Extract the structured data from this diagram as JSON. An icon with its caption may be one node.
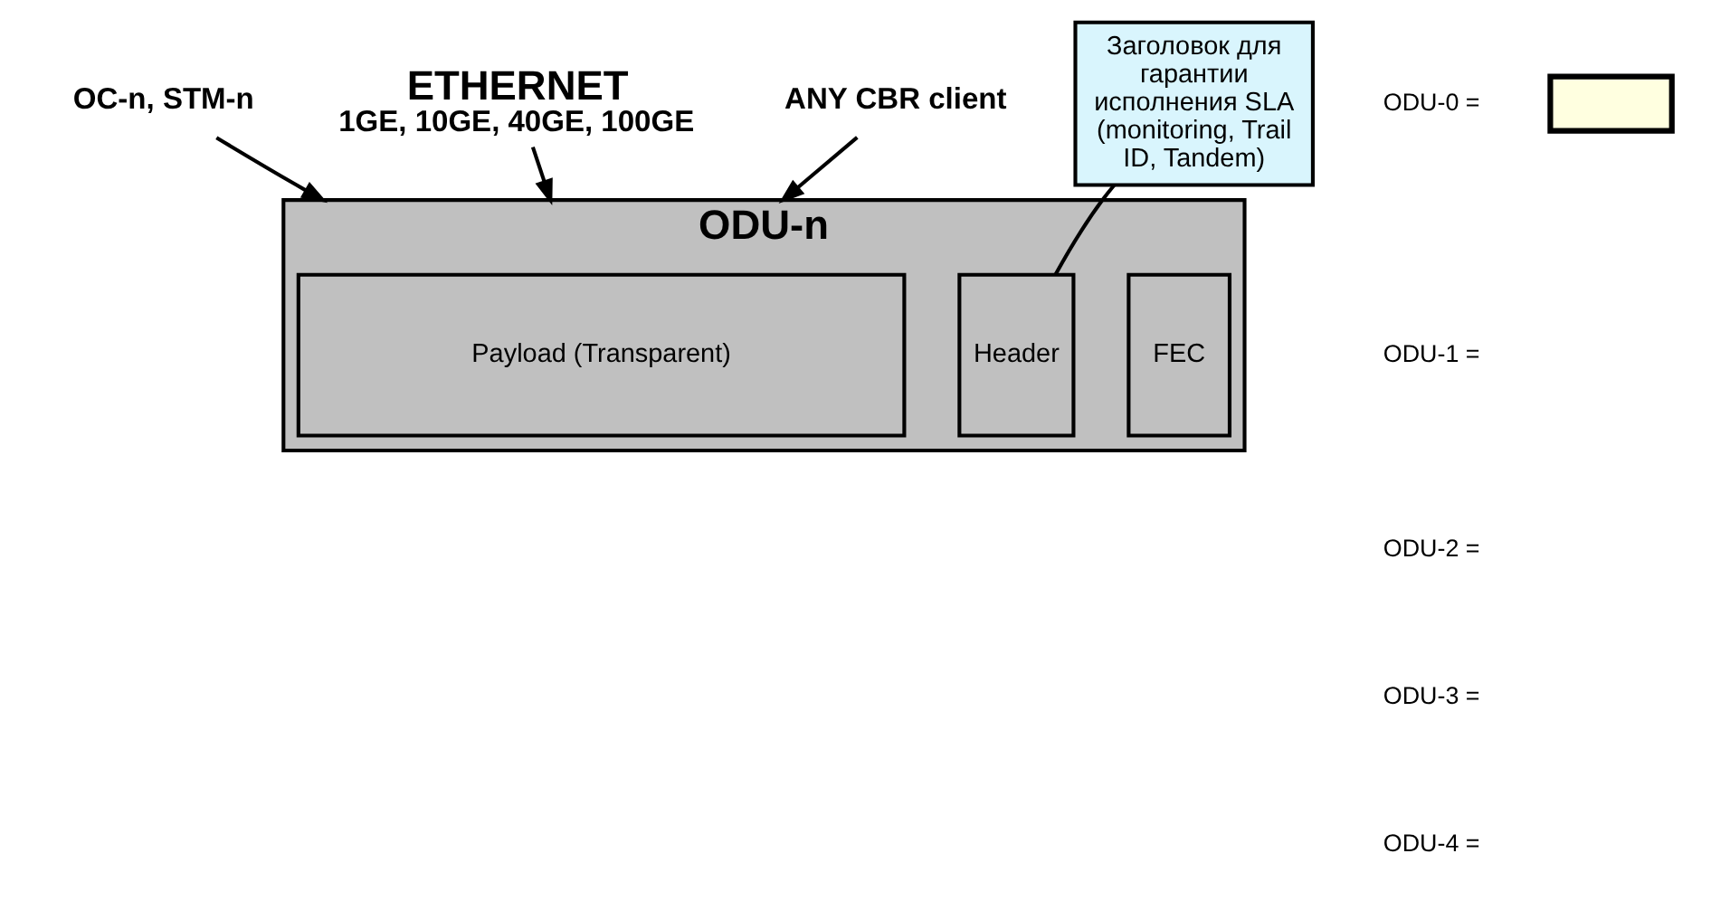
{
  "diagram": {
    "nodes": [
      {
        "text": [
          "OC-n, STM-n"
        ]
      },
      {
        "text": [
          "ETHERNET",
          "1GE, 10GE, 40GE, 100GE"
        ]
      },
      {
        "text": [
          "ANY CBR client"
        ]
      },
      {
        "text": [
          "ODU-n"
        ]
      },
      {
        "text": [
          "Header"
        ],
        "in": 3
      },
      {
        "text": [
          "Payload (Transparent)"
        ],
        "in": 3
      },
      {
        "text": [
          "FEC"
        ],
        "in": 3
      },
      {
        "text": [
          "Заголовок для гарантии исполнения SLA (monitoring, Trail ID, Tandem)"
        ]
      },
      {
        "text": [],
        "shape": "box"
      }
    ],
    "edges": [
      {
        "from": 0,
        "to": 3,
        "arrow": "to"
      },
      {
        "from": 1,
        "to": 3,
        "arrow": "to"
      },
      {
        "from": 2,
        "to": 3,
        "arrow": "to"
      },
      {
        "from": 7,
        "to": 4,
        "arrow": "none"
      }
    ],
    "labels": [
      "ODU-0 =",
      "ODU-1 =",
      "ODU-2 =",
      "ODU-3 =",
      "ODU-4 ="
    ]
  }
}
